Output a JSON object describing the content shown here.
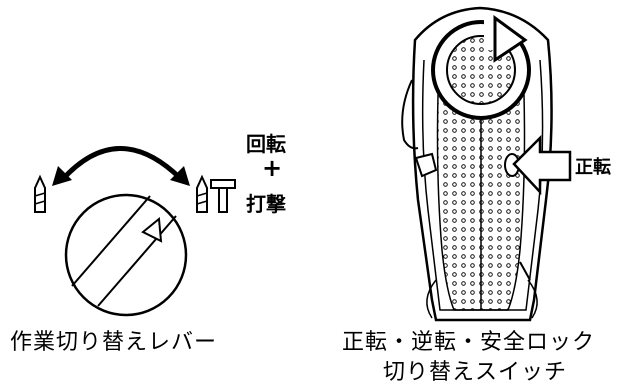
{
  "labels": {
    "rotation": "回転",
    "plus": "+",
    "hammer": "打撃",
    "forward": "正転",
    "lever_caption": "作業切り替えレバー",
    "switch_caption_line1": "正転・逆転・安全ロック",
    "switch_caption_line2": "切り替えスイッチ"
  },
  "icons": {
    "drill_bit_left": "drill-bit-icon",
    "drill_bit_right": "drill-bit-icon",
    "hammer": "hammer-icon",
    "double_arrow": "double-arrow-icon",
    "rotation_arrow": "rotation-arrow-icon",
    "forward_arrow": "left-arrow-icon"
  }
}
